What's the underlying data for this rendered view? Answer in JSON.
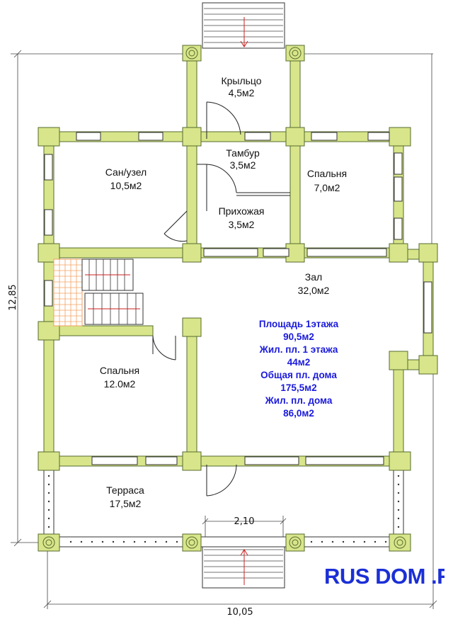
{
  "rooms": {
    "porch": {
      "name": "Крыльцо",
      "area": "4,5м2"
    },
    "vestibule": {
      "name": "Тамбур",
      "area": "3,5м2"
    },
    "bathroom": {
      "name": "Сан/узел",
      "area": "10,5м2"
    },
    "bedroom_small": {
      "name": "Спальня",
      "area": "7,0м2"
    },
    "hallway": {
      "name": "Прихожая",
      "area": "3,5м2"
    },
    "hall": {
      "name": "Зал",
      "area": "32,0м2"
    },
    "bedroom_large": {
      "name": "Спальня",
      "area": "12.0м2"
    },
    "terrace": {
      "name": "Терраса",
      "area": "17,5м2"
    }
  },
  "info": {
    "floor_area_label": "Площадь 1этажа",
    "floor_area_value": "90,5м2",
    "living_floor_label": "Жил. пл. 1 этажа",
    "living_floor_value": "44м2",
    "total_area_label": "Общая пл. дома",
    "total_area_value": "175,5м2",
    "living_house_label": "Жил. пл. дома",
    "living_house_value": "86,0м2"
  },
  "dimensions": {
    "height": "12,85",
    "width": "10,05",
    "porch_width": "2,10"
  },
  "logo": "RUS DOM .RU",
  "colors": {
    "wall": "#d8e58a",
    "info_text": "#1a1adc",
    "logo": "#1b2fd6",
    "stairs": "#f4a060"
  }
}
